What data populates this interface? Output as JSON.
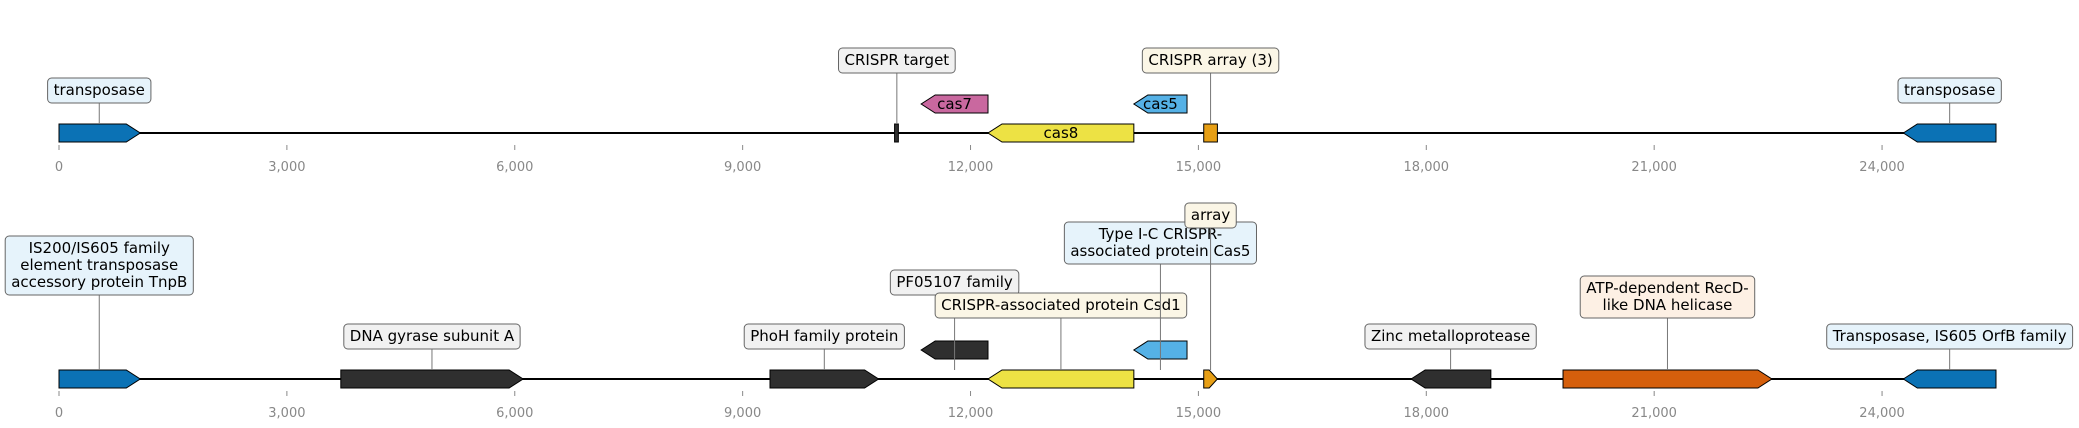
{
  "colors": {
    "transposase": "#0b72b5",
    "cas7": "#c9689f",
    "cas8": "#ede244",
    "cas5": "#55b1e6",
    "array": "#e79f15",
    "other": "#2f2f2f",
    "helicase": "#d55f0c",
    "backbone": "#000000",
    "tick": "#888888",
    "box_light_blue": "#e6f3fb",
    "box_cream": "#fbf6e6",
    "box_grey": "#f1f1f1",
    "box_peach": "#fdf0e4"
  },
  "tracks": [
    {
      "id": "top",
      "axis": {
        "min": 0,
        "max": 25500,
        "ticks": [
          0,
          3000,
          6000,
          9000,
          12000,
          15000,
          18000,
          21000,
          24000
        ],
        "tick_labels": [
          "0",
          "3,000",
          "6,000",
          "9,000",
          "12,000",
          "15,000",
          "18,000",
          "21,000",
          "24,000"
        ]
      },
      "features": [
        {
          "name": "transposase-1",
          "start": 0,
          "end": 1070,
          "strand": 1,
          "lane": 0,
          "color_key": "transposase",
          "inline_label": ""
        },
        {
          "name": "crispr-target",
          "start": 11000,
          "end": 11050,
          "strand": 0,
          "lane": 0,
          "color_key": "other",
          "inline_label": ""
        },
        {
          "name": "cas7",
          "start": 11350,
          "end": 12230,
          "strand": -1,
          "lane": 1,
          "color_key": "cas7",
          "inline_label": "cas7"
        },
        {
          "name": "cas8",
          "start": 12230,
          "end": 14150,
          "strand": -1,
          "lane": 0,
          "color_key": "cas8",
          "inline_label": "cas8"
        },
        {
          "name": "cas5",
          "start": 14150,
          "end": 14850,
          "strand": -1,
          "lane": 1,
          "color_key": "cas5",
          "inline_label": "cas5"
        },
        {
          "name": "crispr-array",
          "start": 15070,
          "end": 15250,
          "strand": 0,
          "lane": 0,
          "color_key": "array",
          "inline_label": ""
        },
        {
          "name": "transposase-2",
          "start": 24280,
          "end": 25500,
          "strand": -1,
          "lane": 0,
          "color_key": "transposase",
          "inline_label": ""
        }
      ],
      "callouts": [
        {
          "name": "transposase-callout-1",
          "pos": 530,
          "level": 0,
          "lines": [
            "transposase"
          ],
          "box_key": "box_light_blue"
        },
        {
          "name": "crispr-target-callout",
          "pos": 11030,
          "level": 1,
          "lines": [
            "CRISPR target"
          ],
          "box_key": "box_grey"
        },
        {
          "name": "crispr-array-callout",
          "pos": 15160,
          "level": 1,
          "lines": [
            "CRISPR array (3)"
          ],
          "box_key": "box_cream"
        },
        {
          "name": "transposase-callout-2",
          "pos": 24890,
          "level": 0,
          "lines": [
            "transposase"
          ],
          "box_key": "box_light_blue"
        }
      ]
    },
    {
      "id": "bottom",
      "axis": {
        "min": 0,
        "max": 25500,
        "ticks": [
          0,
          3000,
          6000,
          9000,
          12000,
          15000,
          18000,
          21000,
          24000
        ],
        "tick_labels": [
          "0",
          "3,000",
          "6,000",
          "9,000",
          "12,000",
          "15,000",
          "18,000",
          "21,000",
          "24,000"
        ]
      },
      "features": [
        {
          "name": "tnpb-gene",
          "start": 0,
          "end": 1070,
          "strand": 1,
          "lane": 0,
          "color_key": "transposase",
          "inline_label": ""
        },
        {
          "name": "dna-gyrase-gene",
          "start": 3710,
          "end": 6110,
          "strand": 1,
          "lane": 0,
          "color_key": "other",
          "inline_label": ""
        },
        {
          "name": "phoh-gene",
          "start": 9360,
          "end": 10790,
          "strand": 1,
          "lane": 0,
          "color_key": "other",
          "inline_label": ""
        },
        {
          "name": "pf05107-gene",
          "start": 11350,
          "end": 12230,
          "strand": -1,
          "lane": 1,
          "color_key": "other",
          "inline_label": ""
        },
        {
          "name": "csd1-gene",
          "start": 12230,
          "end": 14150,
          "strand": -1,
          "lane": 0,
          "color_key": "cas8",
          "inline_label": ""
        },
        {
          "name": "cas5-gene",
          "start": 14150,
          "end": 14850,
          "strand": -1,
          "lane": 1,
          "color_key": "cas5",
          "inline_label": ""
        },
        {
          "name": "array-feature",
          "start": 15070,
          "end": 15250,
          "strand": 1,
          "lane": 0,
          "color_key": "array",
          "inline_label": ""
        },
        {
          "name": "zinc-metalloprotease-gene",
          "start": 17800,
          "end": 18850,
          "strand": -1,
          "lane": 0,
          "color_key": "other",
          "inline_label": ""
        },
        {
          "name": "recd-helicase-gene",
          "start": 19800,
          "end": 22550,
          "strand": 1,
          "lane": 0,
          "color_key": "helicase",
          "inline_label": ""
        },
        {
          "name": "orfb-gene",
          "start": 24280,
          "end": 25500,
          "strand": -1,
          "lane": 0,
          "color_key": "transposase",
          "inline_label": ""
        }
      ],
      "callouts": [
        {
          "name": "tnpb-callout",
          "pos": 530,
          "level": 2,
          "lines": [
            "IS200/IS605 family",
            "element transposase",
            "accessory protein TnpB"
          ],
          "box_key": "box_light_blue"
        },
        {
          "name": "dna-gyrase-callout",
          "pos": 4910,
          "level": 0,
          "lines": [
            "DNA gyrase subunit A"
          ],
          "box_key": "box_grey"
        },
        {
          "name": "phoh-callout",
          "pos": 10075,
          "level": 0,
          "lines": [
            "PhoH family protein"
          ],
          "box_key": "box_grey"
        },
        {
          "name": "pf05107-callout",
          "pos": 11790,
          "level": 2,
          "lines": [
            "PF05107 family"
          ],
          "box_key": "box_grey"
        },
        {
          "name": "csd1-callout",
          "pos": 13190,
          "level": 1,
          "lines": [
            "CRISPR-associated protein Csd1"
          ],
          "box_key": "box_cream"
        },
        {
          "name": "cas5-callout",
          "pos": 14500,
          "level": 3,
          "lines": [
            "Type I-C CRISPR-",
            "associated protein Cas5"
          ],
          "box_key": "box_light_blue"
        },
        {
          "name": "array-callout",
          "pos": 15160,
          "level": 4,
          "lines": [
            "array"
          ],
          "box_key": "box_cream"
        },
        {
          "name": "zinc-metalloprotease-callout",
          "pos": 18320,
          "level": 0,
          "lines": [
            "Zinc metalloprotease"
          ],
          "box_key": "box_grey"
        },
        {
          "name": "recd-helicase-callout",
          "pos": 21175,
          "level": 1,
          "lines": [
            "ATP-dependent RecD-",
            "like DNA helicase"
          ],
          "box_key": "box_peach"
        },
        {
          "name": "orfb-callout",
          "pos": 24890,
          "level": 0,
          "lines": [
            "Transposase, IS605 OrfB family"
          ],
          "box_key": "box_light_blue"
        }
      ]
    }
  ]
}
